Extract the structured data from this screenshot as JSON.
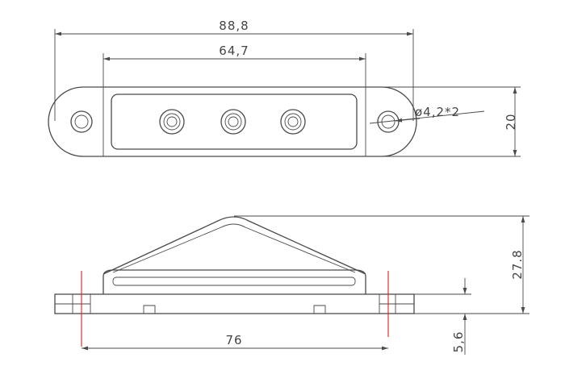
{
  "dimensions": {
    "overall_length": "88,8",
    "inner_length": "64,7",
    "hole_diameter": "ø4,2*2",
    "width": "20",
    "height": "27.8",
    "base_thickness": "5,6",
    "hole_spacing": "76"
  },
  "colors": {
    "line": "#4a4a4a",
    "centerline": "#e02020",
    "background": "#ffffff"
  }
}
